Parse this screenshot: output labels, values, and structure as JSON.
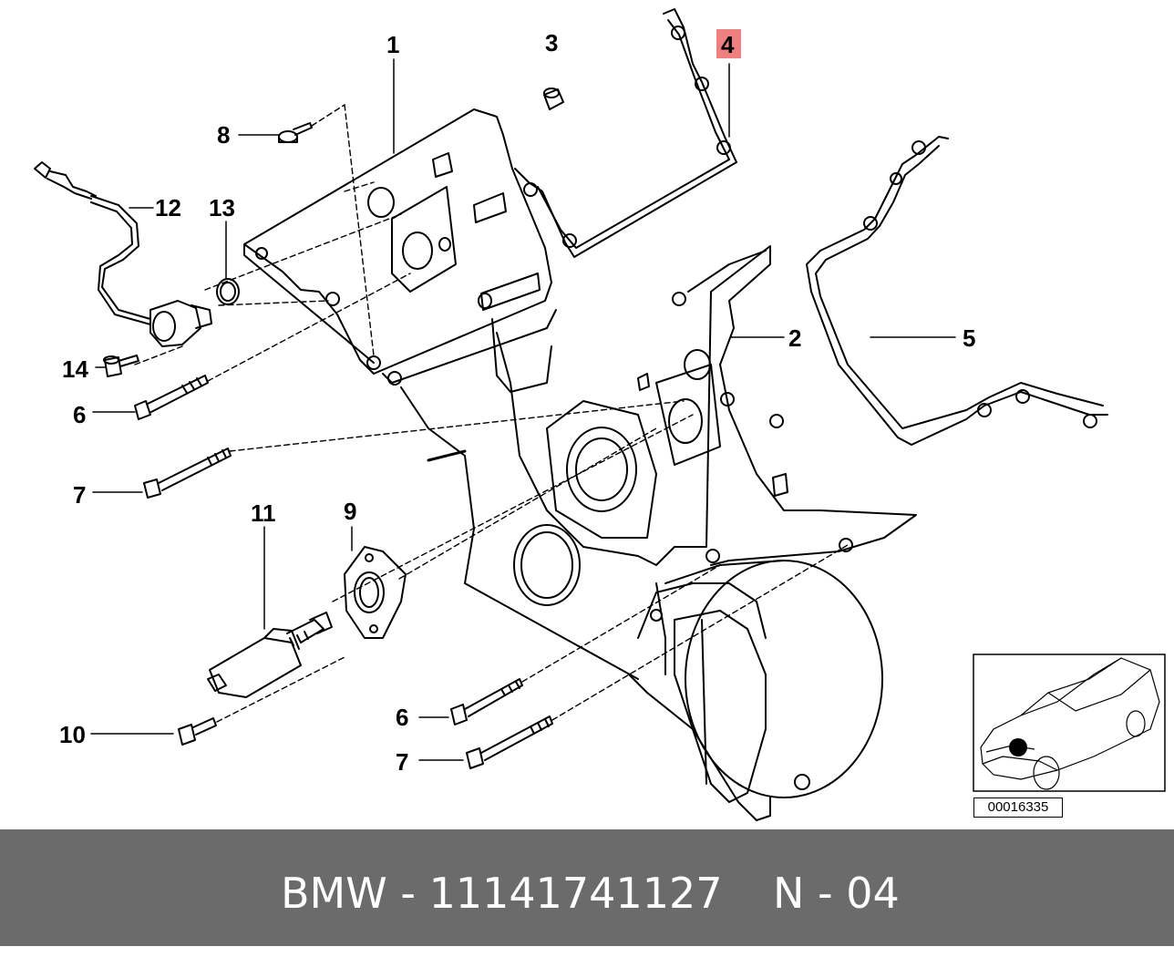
{
  "diagram": {
    "callouts": [
      {
        "id": "1",
        "label": "1"
      },
      {
        "id": "2",
        "label": "2"
      },
      {
        "id": "3",
        "label": "3"
      },
      {
        "id": "4",
        "label": "4",
        "highlighted": true
      },
      {
        "id": "5",
        "label": "5"
      },
      {
        "id": "6a",
        "label": "6"
      },
      {
        "id": "6b",
        "label": "6"
      },
      {
        "id": "7a",
        "label": "7"
      },
      {
        "id": "7b",
        "label": "7"
      },
      {
        "id": "8",
        "label": "8"
      },
      {
        "id": "9",
        "label": "9"
      },
      {
        "id": "10",
        "label": "10"
      },
      {
        "id": "11",
        "label": "11"
      },
      {
        "id": "12",
        "label": "12"
      },
      {
        "id": "13",
        "label": "13"
      },
      {
        "id": "14",
        "label": "14"
      }
    ],
    "highlight_color": "#f08080",
    "reference_number": "00016335"
  },
  "footer": {
    "part_text": "BMW - 11141741127",
    "position_text": "N - 04",
    "background": "#6b6b6b",
    "text_color": "#ffffff"
  }
}
